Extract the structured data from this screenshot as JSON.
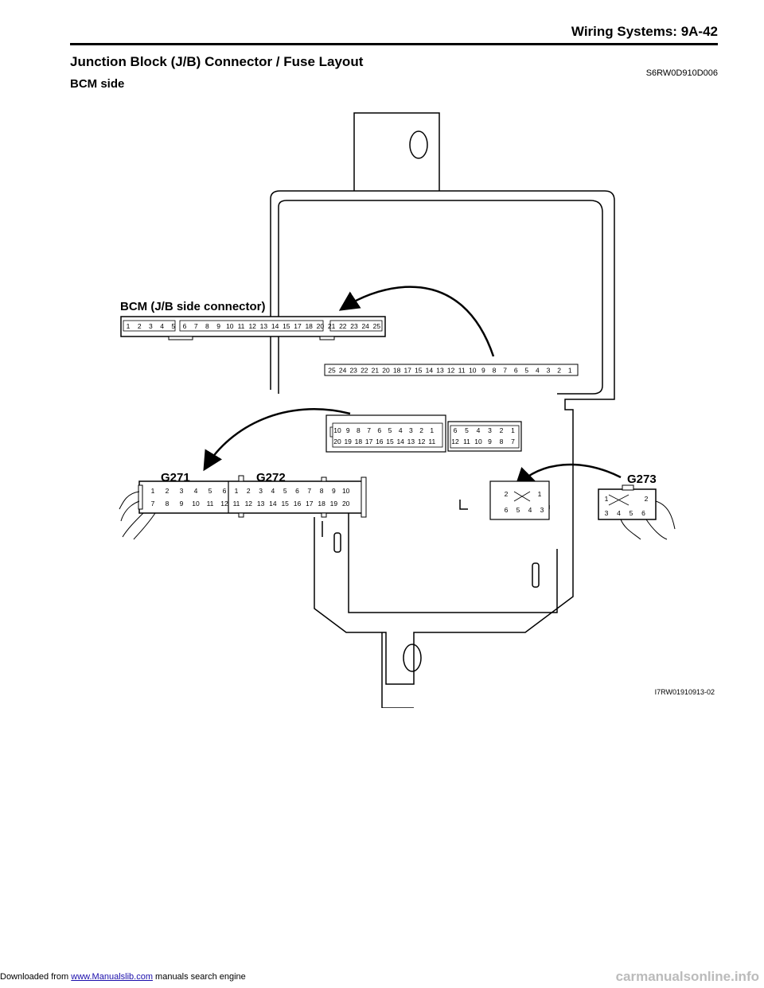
{
  "header": {
    "title": "Wiring Systems:   9A-42"
  },
  "section": {
    "title": "Junction Block (J/B) Connector / Fuse Layout",
    "code": "S6RW0D910D006"
  },
  "subsection": {
    "title": "BCM side"
  },
  "figure": {
    "bcm_label": "BCM (J/B side connector)",
    "g271": "G271",
    "g272": "G272",
    "g273": "G273",
    "code": "I7RW01910913-02",
    "bcm_top_pins": [
      "1",
      "2",
      "3",
      "4",
      "5",
      "6",
      "7",
      "8",
      "9",
      "10",
      "11",
      "12",
      "13",
      "14",
      "15",
      "17",
      "18",
      "20",
      "21",
      "22",
      "23",
      "24",
      "25"
    ],
    "jb_strip_pins": [
      "25",
      "24",
      "23",
      "22",
      "21",
      "20",
      "18",
      "17",
      "15",
      "14",
      "13",
      "12",
      "11",
      "10",
      "9",
      "8",
      "7",
      "6",
      "5",
      "4",
      "3",
      "2",
      "1"
    ],
    "socket20_row1": [
      "10",
      "9",
      "8",
      "7",
      "6",
      "5",
      "4",
      "3",
      "2",
      "1"
    ],
    "socket20_row2": [
      "20",
      "19",
      "18",
      "17",
      "16",
      "15",
      "14",
      "13",
      "12",
      "11"
    ],
    "socket12_row1": [
      "6",
      "5",
      "4",
      "3",
      "2",
      "1"
    ],
    "socket12_row2": [
      "12",
      "11",
      "10",
      "9",
      "8",
      "7"
    ],
    "g271_row1": [
      "1",
      "2",
      "3",
      "4",
      "5",
      "6"
    ],
    "g271_row2": [
      "7",
      "8",
      "9",
      "10",
      "11",
      "12"
    ],
    "g272_row1": [
      "1",
      "2",
      "3",
      "4",
      "5",
      "6",
      "7",
      "8",
      "9",
      "10"
    ],
    "g272_row2": [
      "11",
      "12",
      "13",
      "14",
      "15",
      "16",
      "17",
      "18",
      "19",
      "20"
    ],
    "socket6_row1": [
      "2",
      "1"
    ],
    "socket6_row2": [
      "6",
      "5",
      "4",
      "3"
    ],
    "g273_row1": [
      "1",
      "2"
    ],
    "g273_row2": [
      "3",
      "4",
      "5",
      "6"
    ]
  },
  "footer": {
    "prefix": "Downloaded from ",
    "link": "www.Manualslib.com",
    "suffix": "  manuals search engine",
    "watermark": "carmanualsonline.info"
  }
}
